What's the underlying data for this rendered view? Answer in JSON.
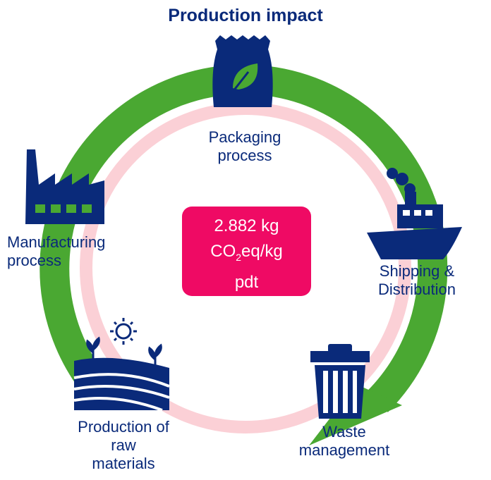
{
  "title": "Production impact",
  "center": {
    "line1": "2.882 kg",
    "line2_prefix": "CO",
    "line2_sub": "2",
    "line2_suffix": "eq/kg",
    "line3": "pdt"
  },
  "stages": {
    "packaging": "Packaging\nprocess",
    "shipping": "Shipping &\nDistribution",
    "waste": "Waste\nmanagement",
    "raw": "Production of\nraw\nmaterials",
    "manufacturing": "Manufacturing\nprocess"
  },
  "colors": {
    "ring": "#4aa832",
    "inner_ring": "#fbd0d6",
    "navy": "#0a2a7a",
    "center_box": "#ef0a64"
  },
  "icons": [
    "leaf-bag-icon",
    "ship-icon",
    "trash-bin-icon",
    "fields-sun-icon",
    "factory-icon"
  ]
}
